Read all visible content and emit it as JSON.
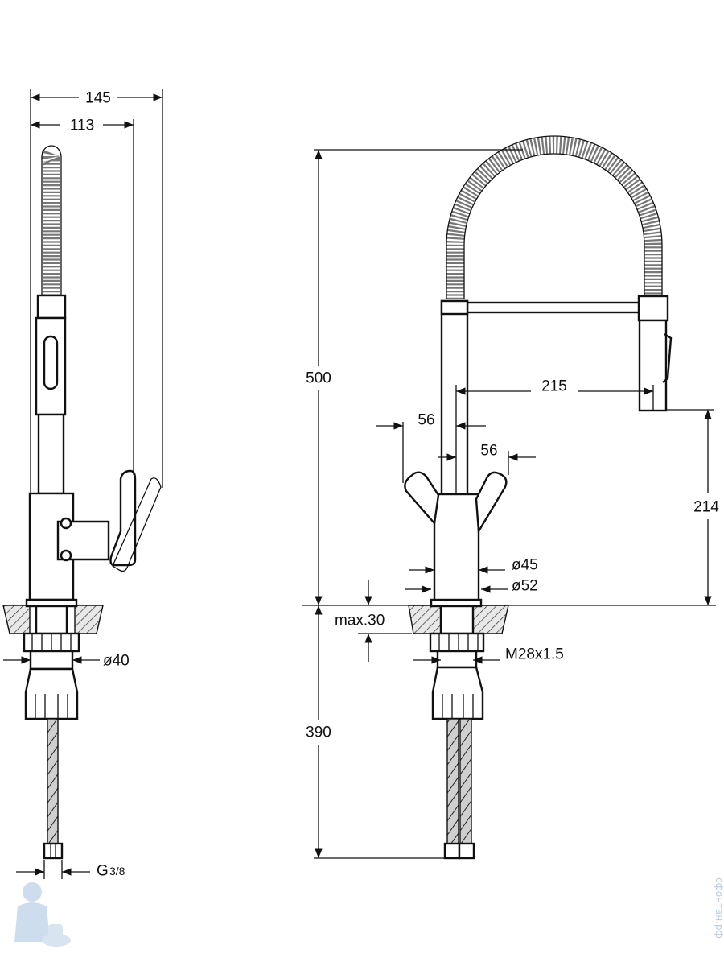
{
  "dimensions": {
    "side_width_total": "145",
    "side_width_spout": "113",
    "connector_diameter": "ø40",
    "hose_thread": "G",
    "hose_thread_fraction": "3/8",
    "total_height": "500",
    "below_deck_length": "390",
    "spout_reach": "215",
    "spout_clearance": "214",
    "lever_left_offset": "56",
    "lever_right_offset": "56",
    "body_diameter": "ø45",
    "base_diameter": "ø52",
    "max_deck_thickness": "max.30",
    "mounting_thread": "M28x1.5"
  },
  "colors": {
    "line": "#111111",
    "background": "#ffffff",
    "watermark": "#9db8d6"
  },
  "watermark": {
    "vertical_text": "сфонтан.рф",
    "logo_icon": "plumber-mascot-icon"
  }
}
